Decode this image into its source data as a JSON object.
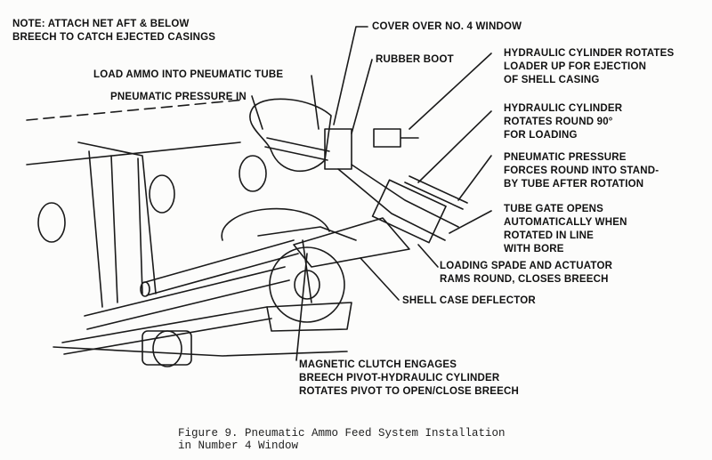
{
  "note": {
    "line1": "NOTE:  ATTACH NET AFT & BELOW",
    "line2": "BREECH TO CATCH EJECTED CASINGS"
  },
  "labels": {
    "cover_window": "COVER OVER NO. 4 WINDOW",
    "rubber_boot": "RUBBER BOOT",
    "load_ammo": "LOAD AMMO INTO PNEUMATIC TUBE",
    "pneumatic_in": "PNEUMATIC PRESSURE IN",
    "hyd_eject": [
      "HYDRAULIC CYLINDER ROTATES",
      "LOADER UP FOR EJECTION",
      "OF SHELL CASING"
    ],
    "hyd_rotate": [
      "HYDRAULIC CYLINDER",
      "ROTATES ROUND 90°",
      "FOR LOADING"
    ],
    "pneumatic_forces": [
      "PNEUMATIC PRESSURE",
      "FORCES ROUND INTO STAND-",
      "BY TUBE AFTER ROTATION"
    ],
    "tube_gate": [
      "TUBE GATE OPENS",
      "AUTOMATICALLY WHEN",
      "ROTATED IN LINE",
      "WITH BORE"
    ],
    "loading_spade": [
      "LOADING SPADE AND ACTUATOR",
      "RAMS ROUND, CLOSES BREECH"
    ],
    "shell_deflector": "SHELL CASE DEFLECTOR",
    "magnetic_clutch": [
      "MAGNETIC CLUTCH ENGAGES",
      "BREECH PIVOT-HYDRAULIC CYLINDER",
      "ROTATES PIVOT TO OPEN/CLOSE BREECH"
    ]
  },
  "caption": {
    "line1": "Figure 9.  Pneumatic Ammo Feed System Installation",
    "line2": "in Number 4 Window"
  }
}
